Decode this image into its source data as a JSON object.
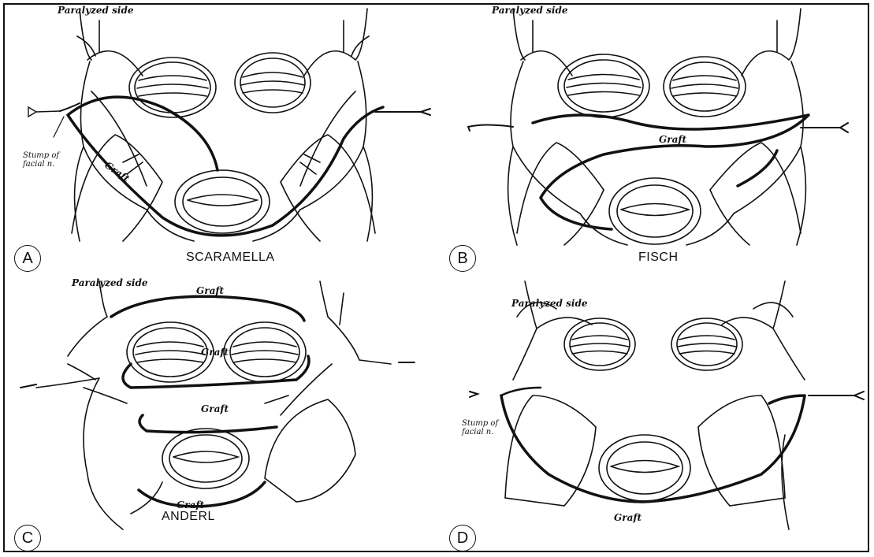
{
  "panels": {
    "a": {
      "letter": "A",
      "caption": "SCARAMELLA",
      "side_label": "Paralyzed side",
      "graft_label": "Graft",
      "stump_label": "Stump of\nfacial n."
    },
    "b": {
      "letter": "B",
      "caption": "FISCH",
      "side_label": "Paralyzed side",
      "graft_label": "Graft"
    },
    "c": {
      "letter": "C",
      "caption": "ANDERL",
      "side_label": "Paralyzed side",
      "graft_labels": [
        "Graft",
        "Graft",
        "Graft",
        "Graft"
      ]
    },
    "d": {
      "letter": "D",
      "caption": "",
      "side_label": "Paralyzed side",
      "graft_label": "Graft",
      "stump_label": "Stump of\nfacial n."
    }
  }
}
